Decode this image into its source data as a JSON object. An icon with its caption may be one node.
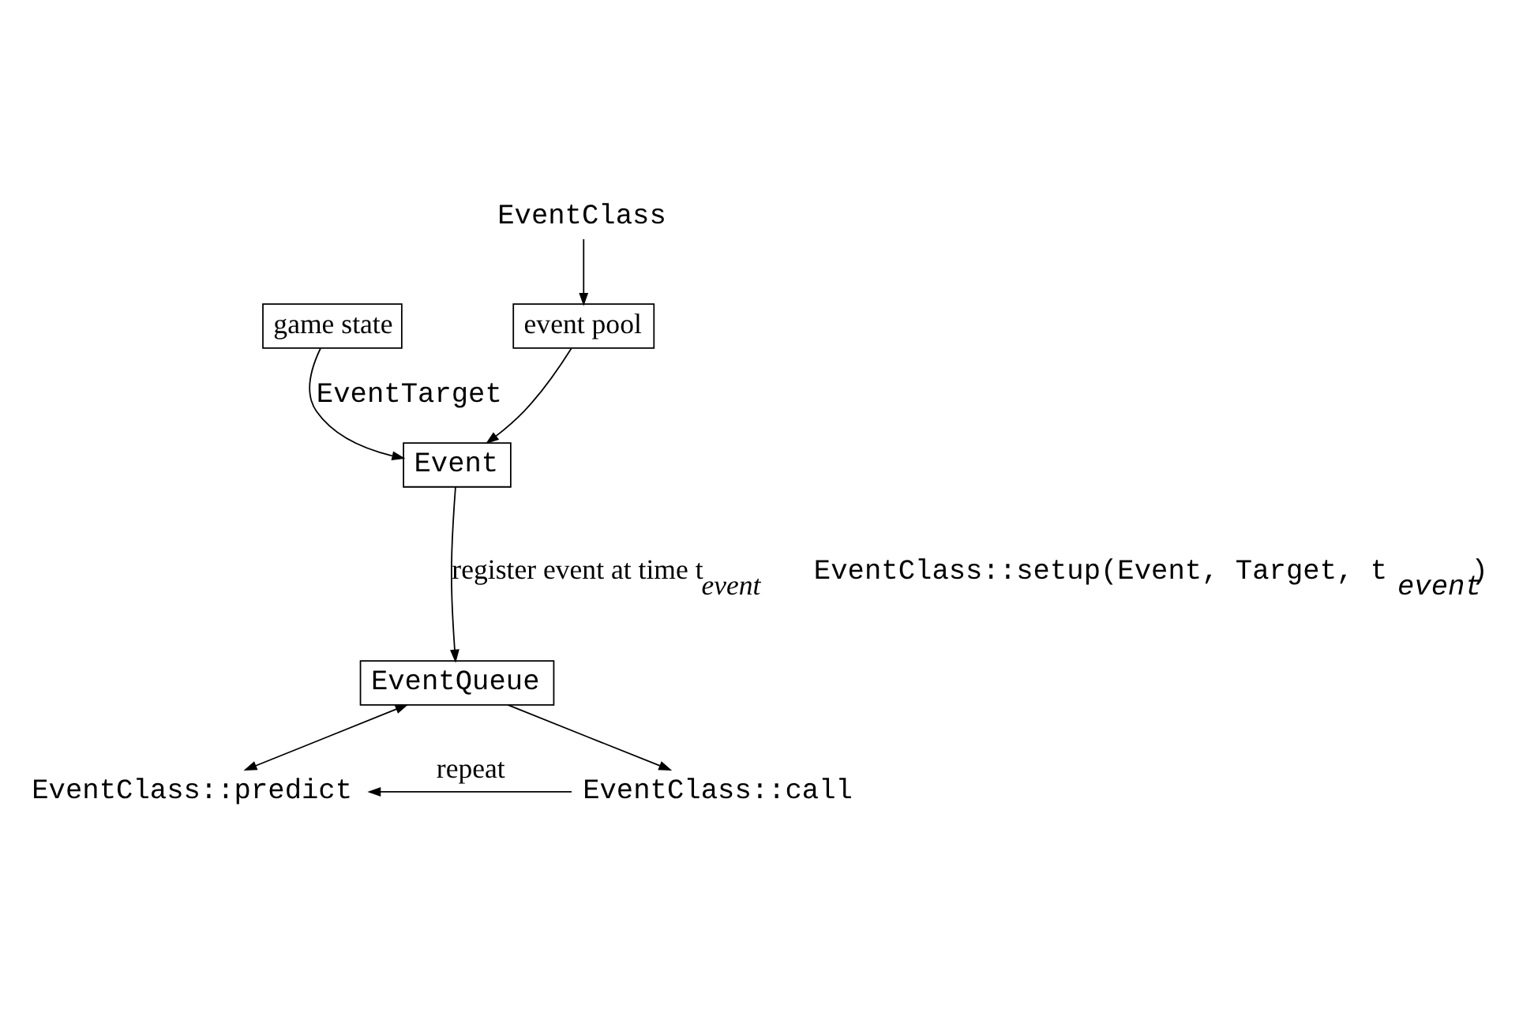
{
  "diagram": {
    "nodes": [
      {
        "text": [
          "game state"
        ]
      },
      {
        "text": [
          "EventClass"
        ]
      },
      {
        "text": [
          "event pool"
        ]
      },
      {
        "text": [
          "Event"
        ]
      },
      {
        "text": [
          "EventQueue"
        ]
      },
      {
        "text": [
          "EventClass::predict"
        ]
      },
      {
        "text": [
          "EventClass::call"
        ]
      }
    ],
    "edges": [
      {
        "from": 0,
        "to": 3,
        "arrow": "to",
        "label": "EventTarget"
      },
      {
        "from": 1,
        "to": 2,
        "arrow": "to"
      },
      {
        "from": 2,
        "to": 3,
        "arrow": "to"
      },
      {
        "from": 3,
        "to": 4,
        "arrow": "to",
        "label": "register event at time t$_{event}$"
      },
      {
        "from": 4,
        "to": 5,
        "arrow": "both"
      },
      {
        "from": 4,
        "to": 6,
        "arrow": "to"
      },
      {
        "from": 6,
        "to": 5,
        "arrow": "to",
        "label": "repeat"
      }
    ],
    "labels": [
      "EventClass::setup(Event, Target, t$_{event}$)"
    ]
  }
}
